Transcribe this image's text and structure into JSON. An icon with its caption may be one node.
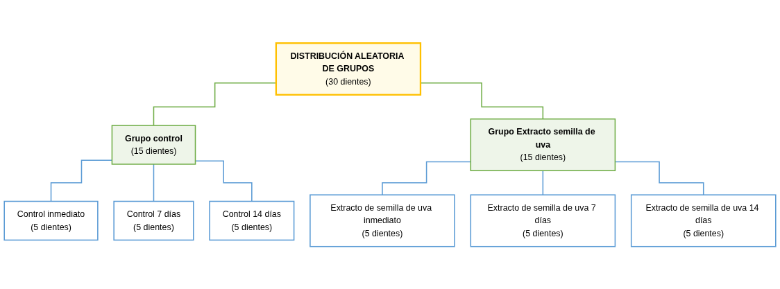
{
  "diagram": {
    "nodes": [
      {
        "text": [
          "DISTRIBUCIÓN ALEATORIA DE GRUPOS",
          "(30 dientes)"
        ]
      },
      {
        "text": [
          "Grupo control",
          "(15 dientes)"
        ]
      },
      {
        "text": [
          "Grupo Extracto semilla de uva",
          "(15 dientes)"
        ]
      },
      {
        "text": [
          "Control inmediato",
          "(5 dientes)"
        ]
      },
      {
        "text": [
          "Control 7 días",
          "(5 dientes)"
        ]
      },
      {
        "text": [
          "Control 14 días",
          "(5 dientes)"
        ]
      },
      {
        "text": [
          "Extracto de semilla de uva inmediato",
          "(5 dientes)"
        ]
      },
      {
        "text": [
          "Extracto de semilla de uva 7 días",
          "(5 dientes)"
        ]
      },
      {
        "text": [
          "Extracto de semilla de uva 14 días",
          "(5 dientes)"
        ]
      }
    ],
    "edges": [
      {
        "from": 0,
        "to": 1,
        "arrow": "none",
        "color": "#70ad47"
      },
      {
        "from": 0,
        "to": 2,
        "arrow": "none",
        "color": "#70ad47"
      },
      {
        "from": 1,
        "to": 3,
        "arrow": "none"
      },
      {
        "from": 1,
        "to": 4,
        "arrow": "none"
      },
      {
        "from": 1,
        "to": 5,
        "arrow": "none"
      },
      {
        "from": 2,
        "to": 6,
        "arrow": "none"
      },
      {
        "from": 2,
        "to": 7,
        "arrow": "none"
      },
      {
        "from": 2,
        "to": 8,
        "arrow": "none"
      }
    ]
  }
}
